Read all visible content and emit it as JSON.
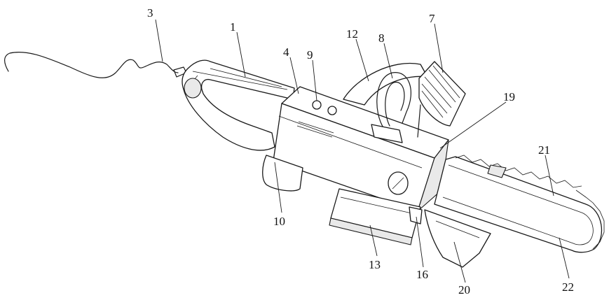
{
  "labels": {
    "n1": "1",
    "n3": "3",
    "n4": "4",
    "n7": "7",
    "n8": "8",
    "n9": "9",
    "n10": "10",
    "n12": "12",
    "n13": "13",
    "n16": "16",
    "n19": "19",
    "n20": "20",
    "n21": "21",
    "n22": "22"
  }
}
